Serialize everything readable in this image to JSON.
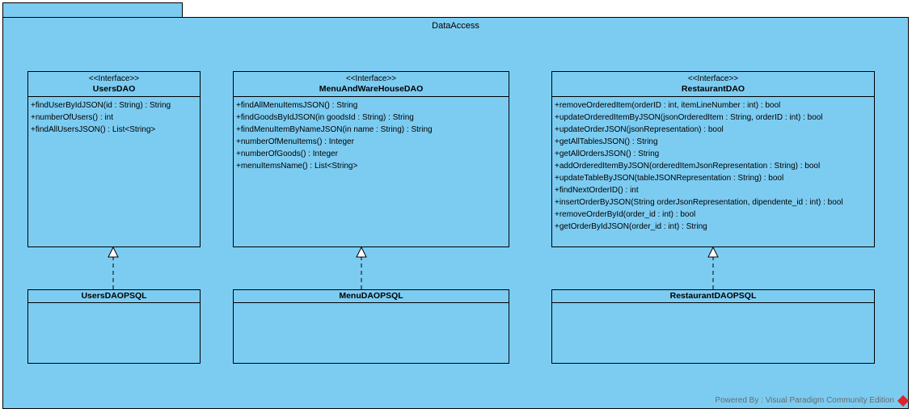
{
  "package": {
    "name": "DataAccess"
  },
  "interfaces": [
    {
      "stereotype": "<<Interface>>",
      "name": "UsersDAO",
      "operations": [
        "+findUserByIdJSON(id : String) : String",
        "+numberOfUsers() : int",
        "+findAllUsersJSON() : List<String>"
      ]
    },
    {
      "stereotype": "<<Interface>>",
      "name": "MenuAndWareHouseDAO",
      "operations": [
        "+findAllMenuItemsJSON() : String",
        "+findGoodsByIdJSON(in goodsId : String) : String",
        "+findMenuItemByNameJSON(in name : String) : String",
        "+numberOfMenuItems() : Integer",
        "+numberOfGoods() : Integer",
        "+menuItemsName() : List<String>"
      ]
    },
    {
      "stereotype": "<<Interface>>",
      "name": "RestaurantDAO",
      "operations": [
        "+removeOrderedItem(orderID : int, itemLineNumber : int) : bool",
        "+updateOrderedItemByJSON(jsonOrderedItem : String, orderID : int) : bool",
        "+updateOrderJSON(jsonRepresentation) : bool",
        "+getAllTablesJSON() : String",
        "+getAllOrdersJSON() : String",
        "+addOrderedItemByJSON(orderedItemJsonRepresentation : String) : bool",
        "+updateTableByJSON(tableJSONRepresentation : String) : bool",
        "+findNextOrderID() : int",
        "+insertOrderByJSON(String orderJsonRepresentation, dipendente_id : int) : bool",
        "+removeOrderById(order_id : int) : bool",
        "+getOrderByIdJSON(order_id : int) : String"
      ]
    }
  ],
  "implementations": [
    {
      "name": "UsersDAOPSQL"
    },
    {
      "name": "MenuDAOPSQL"
    },
    {
      "name": "RestaurantDAOPSQL"
    }
  ],
  "watermark": {
    "text": "Powered By : Visual Paradigm Community Edition"
  },
  "colors": {
    "fill": "#7cccf2",
    "stroke": "#000000",
    "logo": "#d8262b"
  }
}
